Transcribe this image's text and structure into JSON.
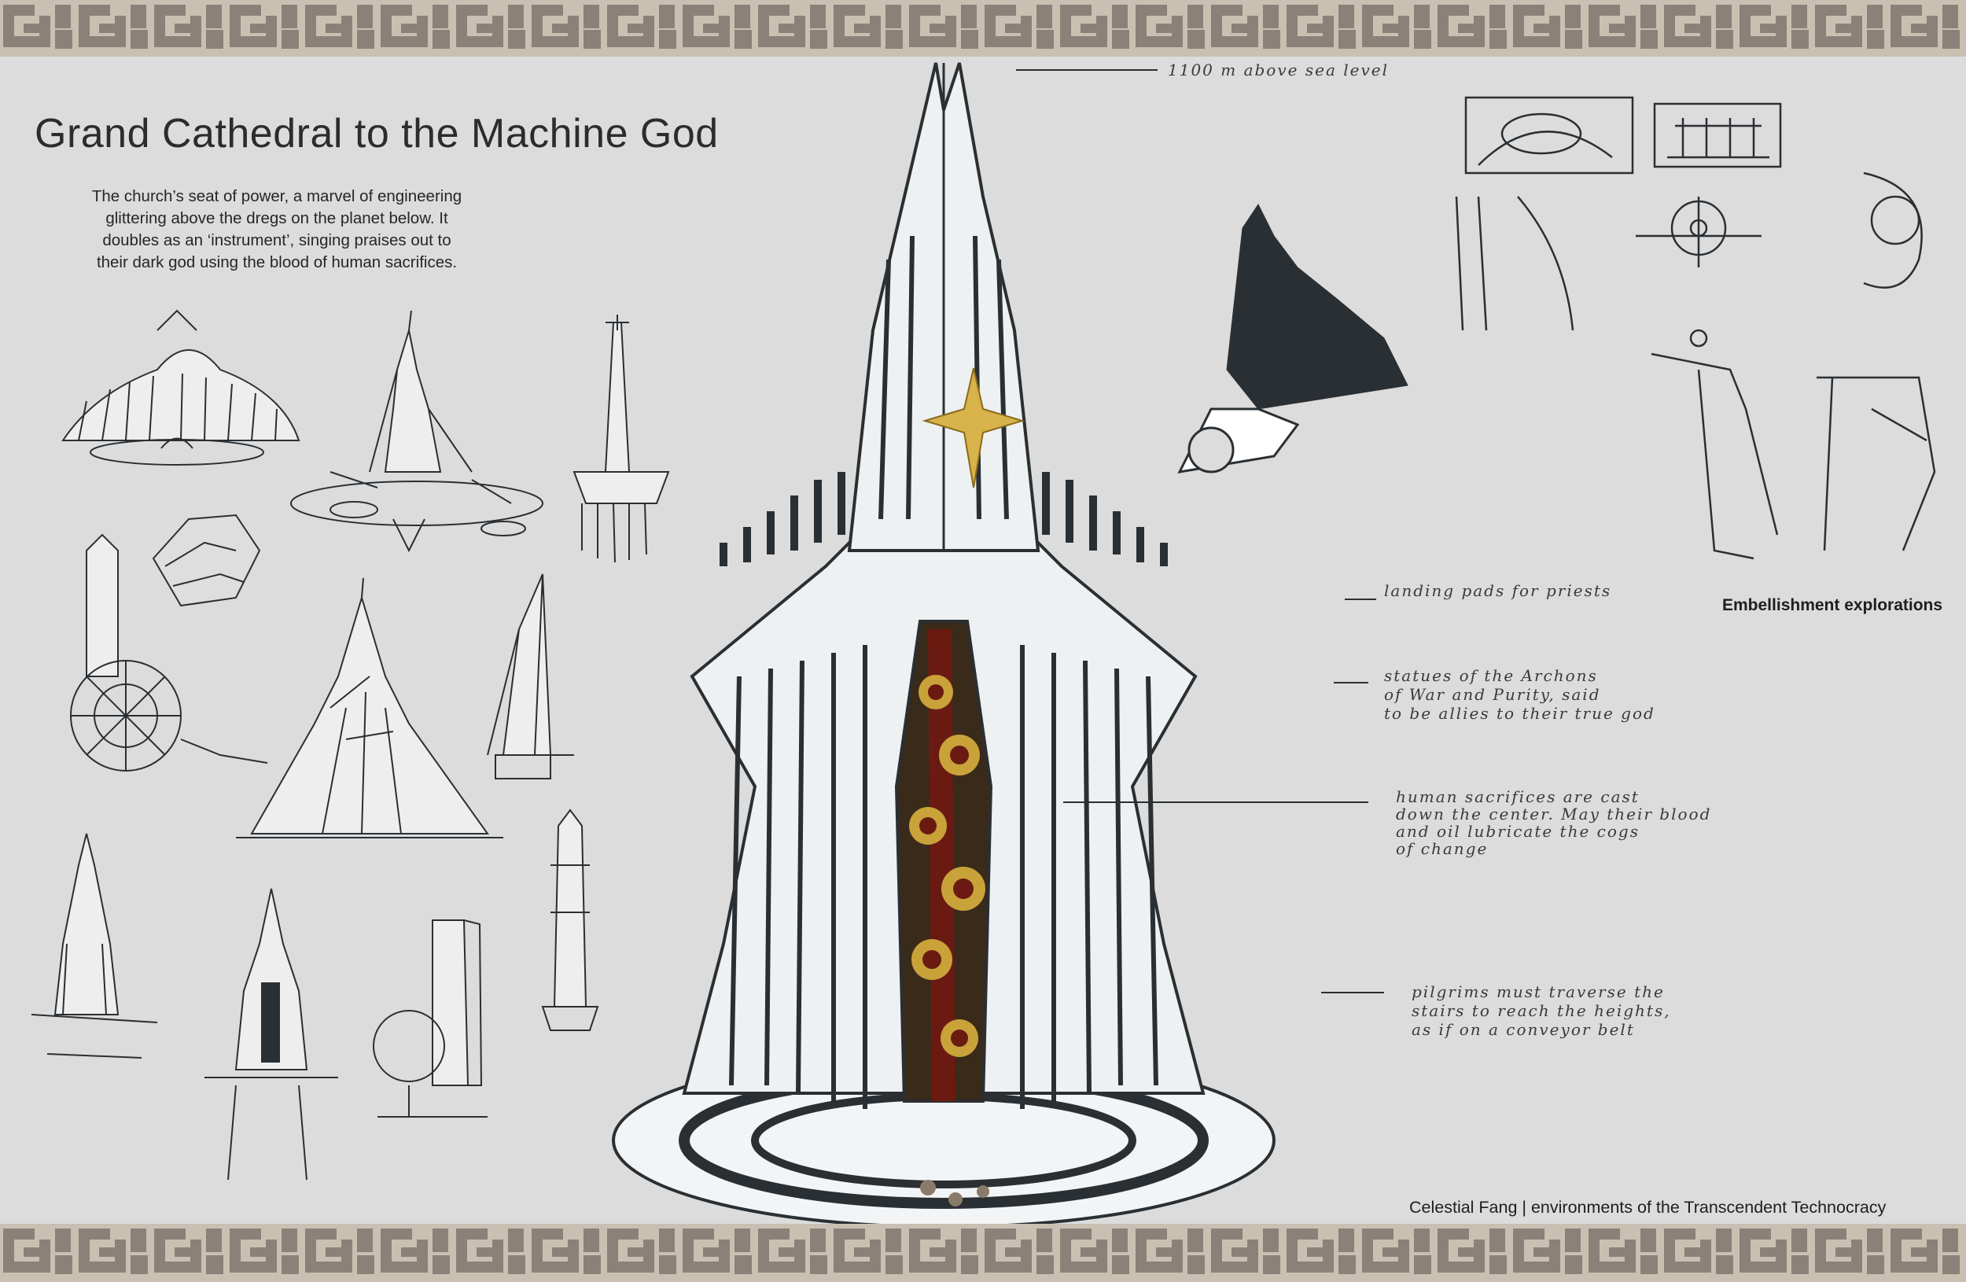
{
  "page": {
    "title": "Grand Cathedral to the Machine God",
    "description_lines": [
      "The church’s seat of power, a marvel of engineering",
      "glittering above the dregs on the planet below. It",
      "doubles as an ‘instrument’, singing praises out to",
      "their dark god using the blood of human sacrifices."
    ],
    "annotations": {
      "altitude": "1100 m    above   sea   level",
      "landing": "landing   pads   for   priests",
      "statues": [
        "statues   of   the   Archons",
        "of  War   and   Purity,   said",
        "to   be  allies  to  their  true  god"
      ],
      "sacrifices": [
        "human   sacrifices   are   cast",
        "down  the  center.  May  their  blood",
        "and  oil  lubricate  the  cogs",
        "of  change"
      ],
      "pilgrims": [
        "pilgrims   must   traverse   the",
        "stairs   to   reach   the   heights,",
        "as  if  on  a  conveyor  belt"
      ]
    },
    "embellishment_label": "Embellishment explorations",
    "footer": "Celestial Fang | environments of the Transcendent Technocracy"
  },
  "colors": {
    "background": "#dcdcdc",
    "border_dark": "#8a8178",
    "border_light": "#c9c0b2",
    "ink": "#2a2f33",
    "gold": "#c9a23a",
    "blood": "#6b1a12"
  },
  "icons": {
    "border_pattern": "greek-key-pattern",
    "cathedral": "cathedral-illustration",
    "sketches": "thumbnail-sketches"
  }
}
